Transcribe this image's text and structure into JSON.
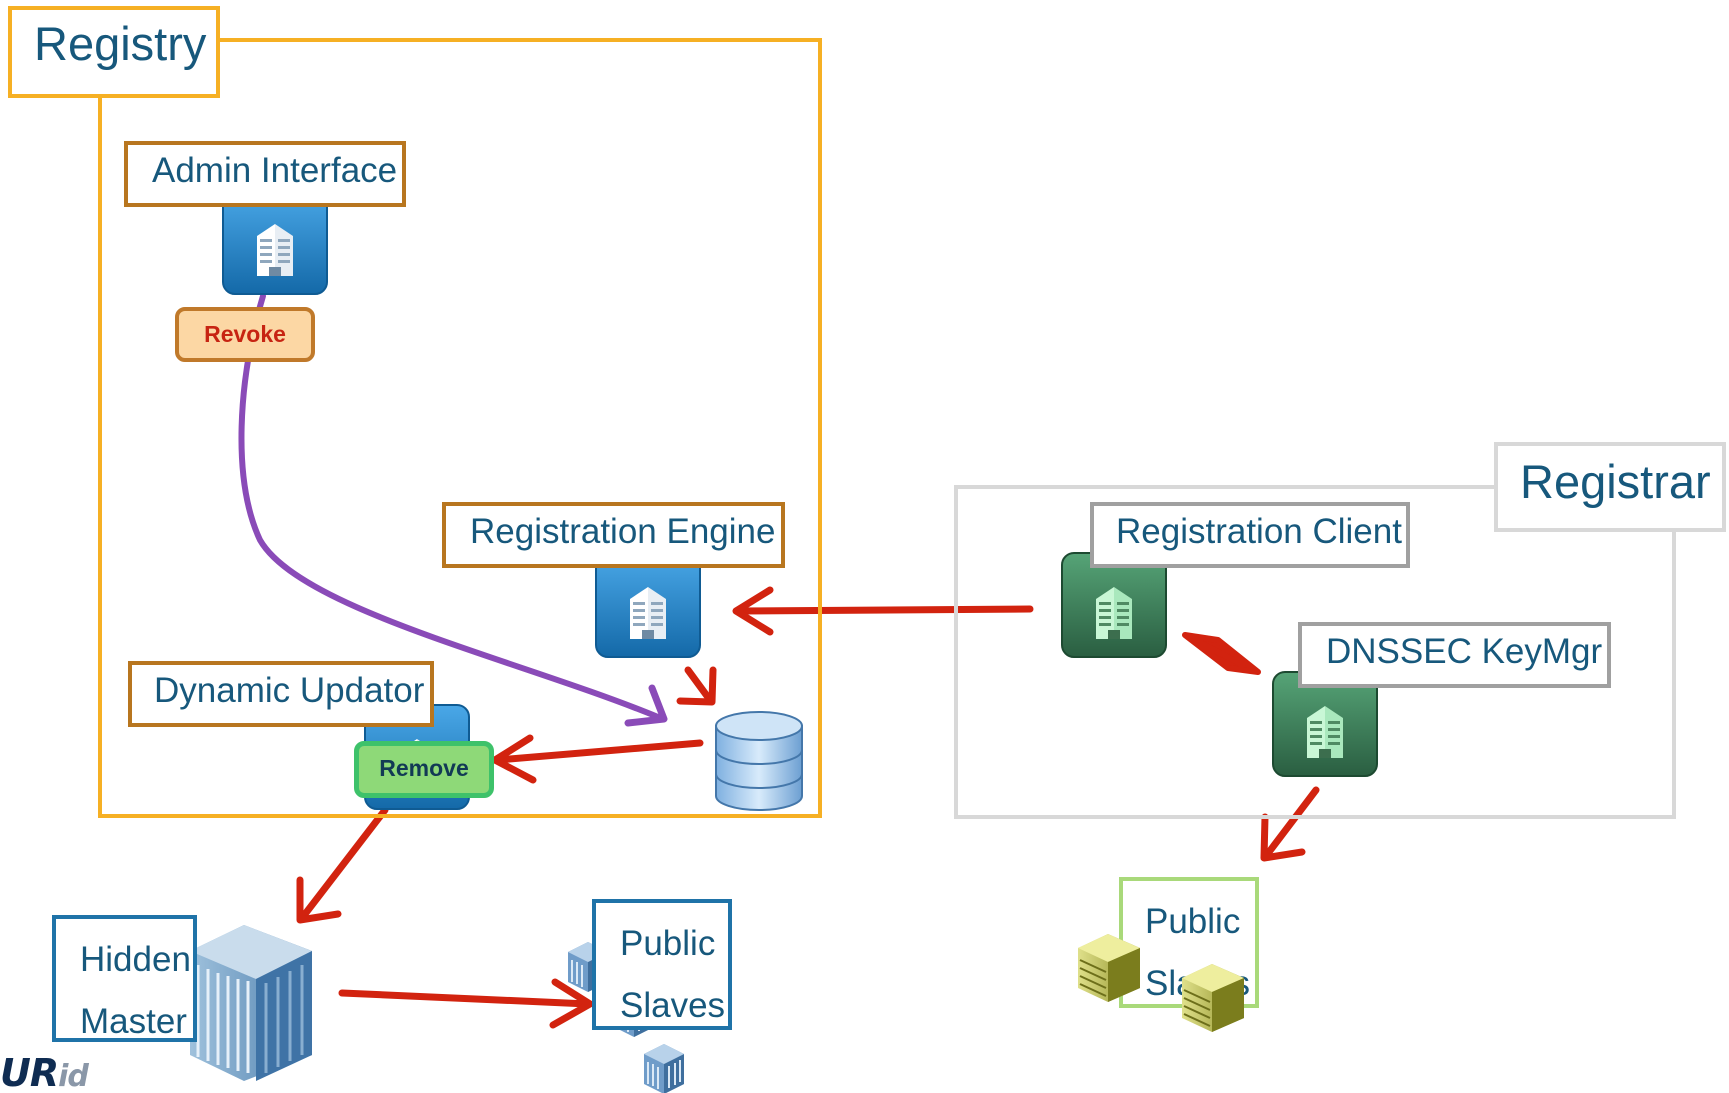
{
  "zones": {
    "registry": {
      "title": "Registry"
    },
    "registrar": {
      "title": "Registrar"
    }
  },
  "components": {
    "admin_interface": {
      "label": "Admin Interface",
      "icon": "server-building-icon",
      "color": "blue"
    },
    "registration_engine": {
      "label": "Registration Engine",
      "icon": "server-building-icon",
      "color": "blue"
    },
    "dynamic_updator": {
      "label": "Dynamic Updator",
      "icon": "server-building-icon",
      "color": "blue"
    },
    "database": {
      "icon": "database-icon"
    },
    "registration_client": {
      "label": "Registration Client",
      "icon": "server-building-icon",
      "color": "green"
    },
    "dnssec_keymgr": {
      "label": "DNSSEC KeyMgr",
      "icon": "server-building-icon",
      "color": "green"
    },
    "hidden_master": {
      "label_line1": "Hidden",
      "label_line2": "Master",
      "icon": "office-tower-icon"
    },
    "public_slaves_registry": {
      "label_line1": "Public",
      "label_line2": "Slaves",
      "icon": "small-building-icon"
    },
    "public_slaves_registrar": {
      "label_line1": "Public",
      "label_line2": "Slaves",
      "icon": "server-rack-icon"
    }
  },
  "actions": {
    "revoke": "Revoke",
    "remove": "Remove"
  },
  "logo": {
    "text_main": "UR",
    "text_suffix": "id"
  },
  "colors": {
    "registry_border": "#f6b024",
    "registrar_border": "#d8d8d8",
    "arrow_red": "#d2230f",
    "arrow_purple": "#8a4bb8",
    "label_text": "#17587c",
    "icon_blue": "#2a88cc",
    "icon_green": "#3a7a56"
  }
}
